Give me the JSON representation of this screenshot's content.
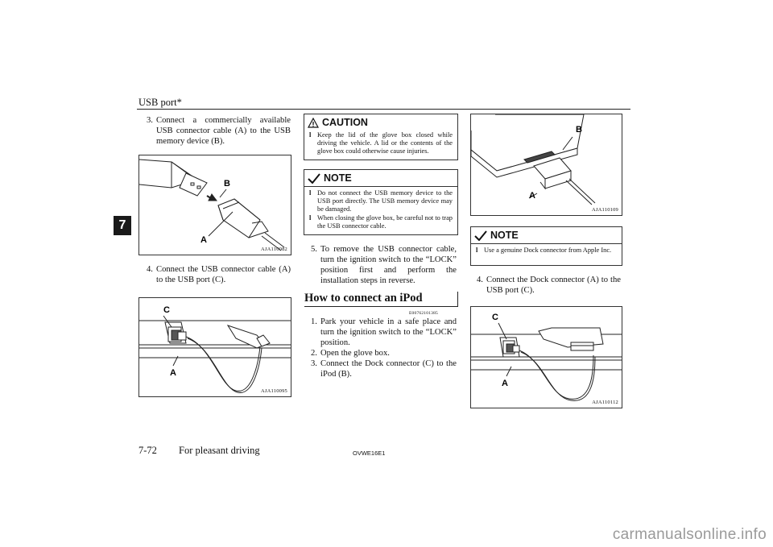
{
  "header": {
    "title": "USB port*"
  },
  "chapter_tab": "7",
  "left": {
    "step3": {
      "num": "3.",
      "text": "Connect a commercially available USB connector cable (A) to the USB memory device (B)."
    },
    "fig1": {
      "code": "AJA110082",
      "label_a": "A",
      "label_b": "B"
    },
    "step4": {
      "num": "4.",
      "text": "Connect the USB connector cable (A) to the USB port (C)."
    },
    "fig2": {
      "code": "AJA110095",
      "label_a": "A",
      "label_c": "C"
    }
  },
  "middle": {
    "caution": {
      "title": "CAUTION",
      "items": [
        "Keep the lid of the glove box closed while driving the vehicle. A lid or the contents of the glove box could otherwise cause injuries."
      ]
    },
    "note": {
      "title": "NOTE",
      "items": [
        "Do not connect the USB memory device to the USB port directly. The USB memory device may be damaged.",
        "When closing the glove box, be careful not to trap the USB connector cable."
      ]
    },
    "step5": {
      "num": "5.",
      "text": "To remove the USB connector cable, turn the ignition switch to the “LOCK” position first and perform the installation steps in reverse."
    },
    "section_title": "How to connect an iPod",
    "section_code": "E00762101385",
    "steps": [
      {
        "num": "1.",
        "text": "Park your vehicle in a safe place and turn the ignition switch to the “LOCK” position."
      },
      {
        "num": "2.",
        "text": "Open the glove box."
      },
      {
        "num": "3.",
        "text": "Connect the Dock connector (C) to the iPod (B)."
      }
    ]
  },
  "right": {
    "fig3": {
      "code": "AJA110109",
      "label_a": "A",
      "label_b": "B"
    },
    "note": {
      "title": "NOTE",
      "items": [
        "Use a genuine Dock connector from Apple Inc."
      ]
    },
    "step4": {
      "num": "4.",
      "text": "Connect the Dock connector (A) to the USB port (C)."
    },
    "fig4": {
      "code": "AJA110112",
      "label_a": "A",
      "label_c": "C"
    }
  },
  "footer": {
    "page": "7-72",
    "section": "For pleasant driving",
    "code": "OVWE16E1"
  },
  "watermark": "carmanualsonline.info"
}
